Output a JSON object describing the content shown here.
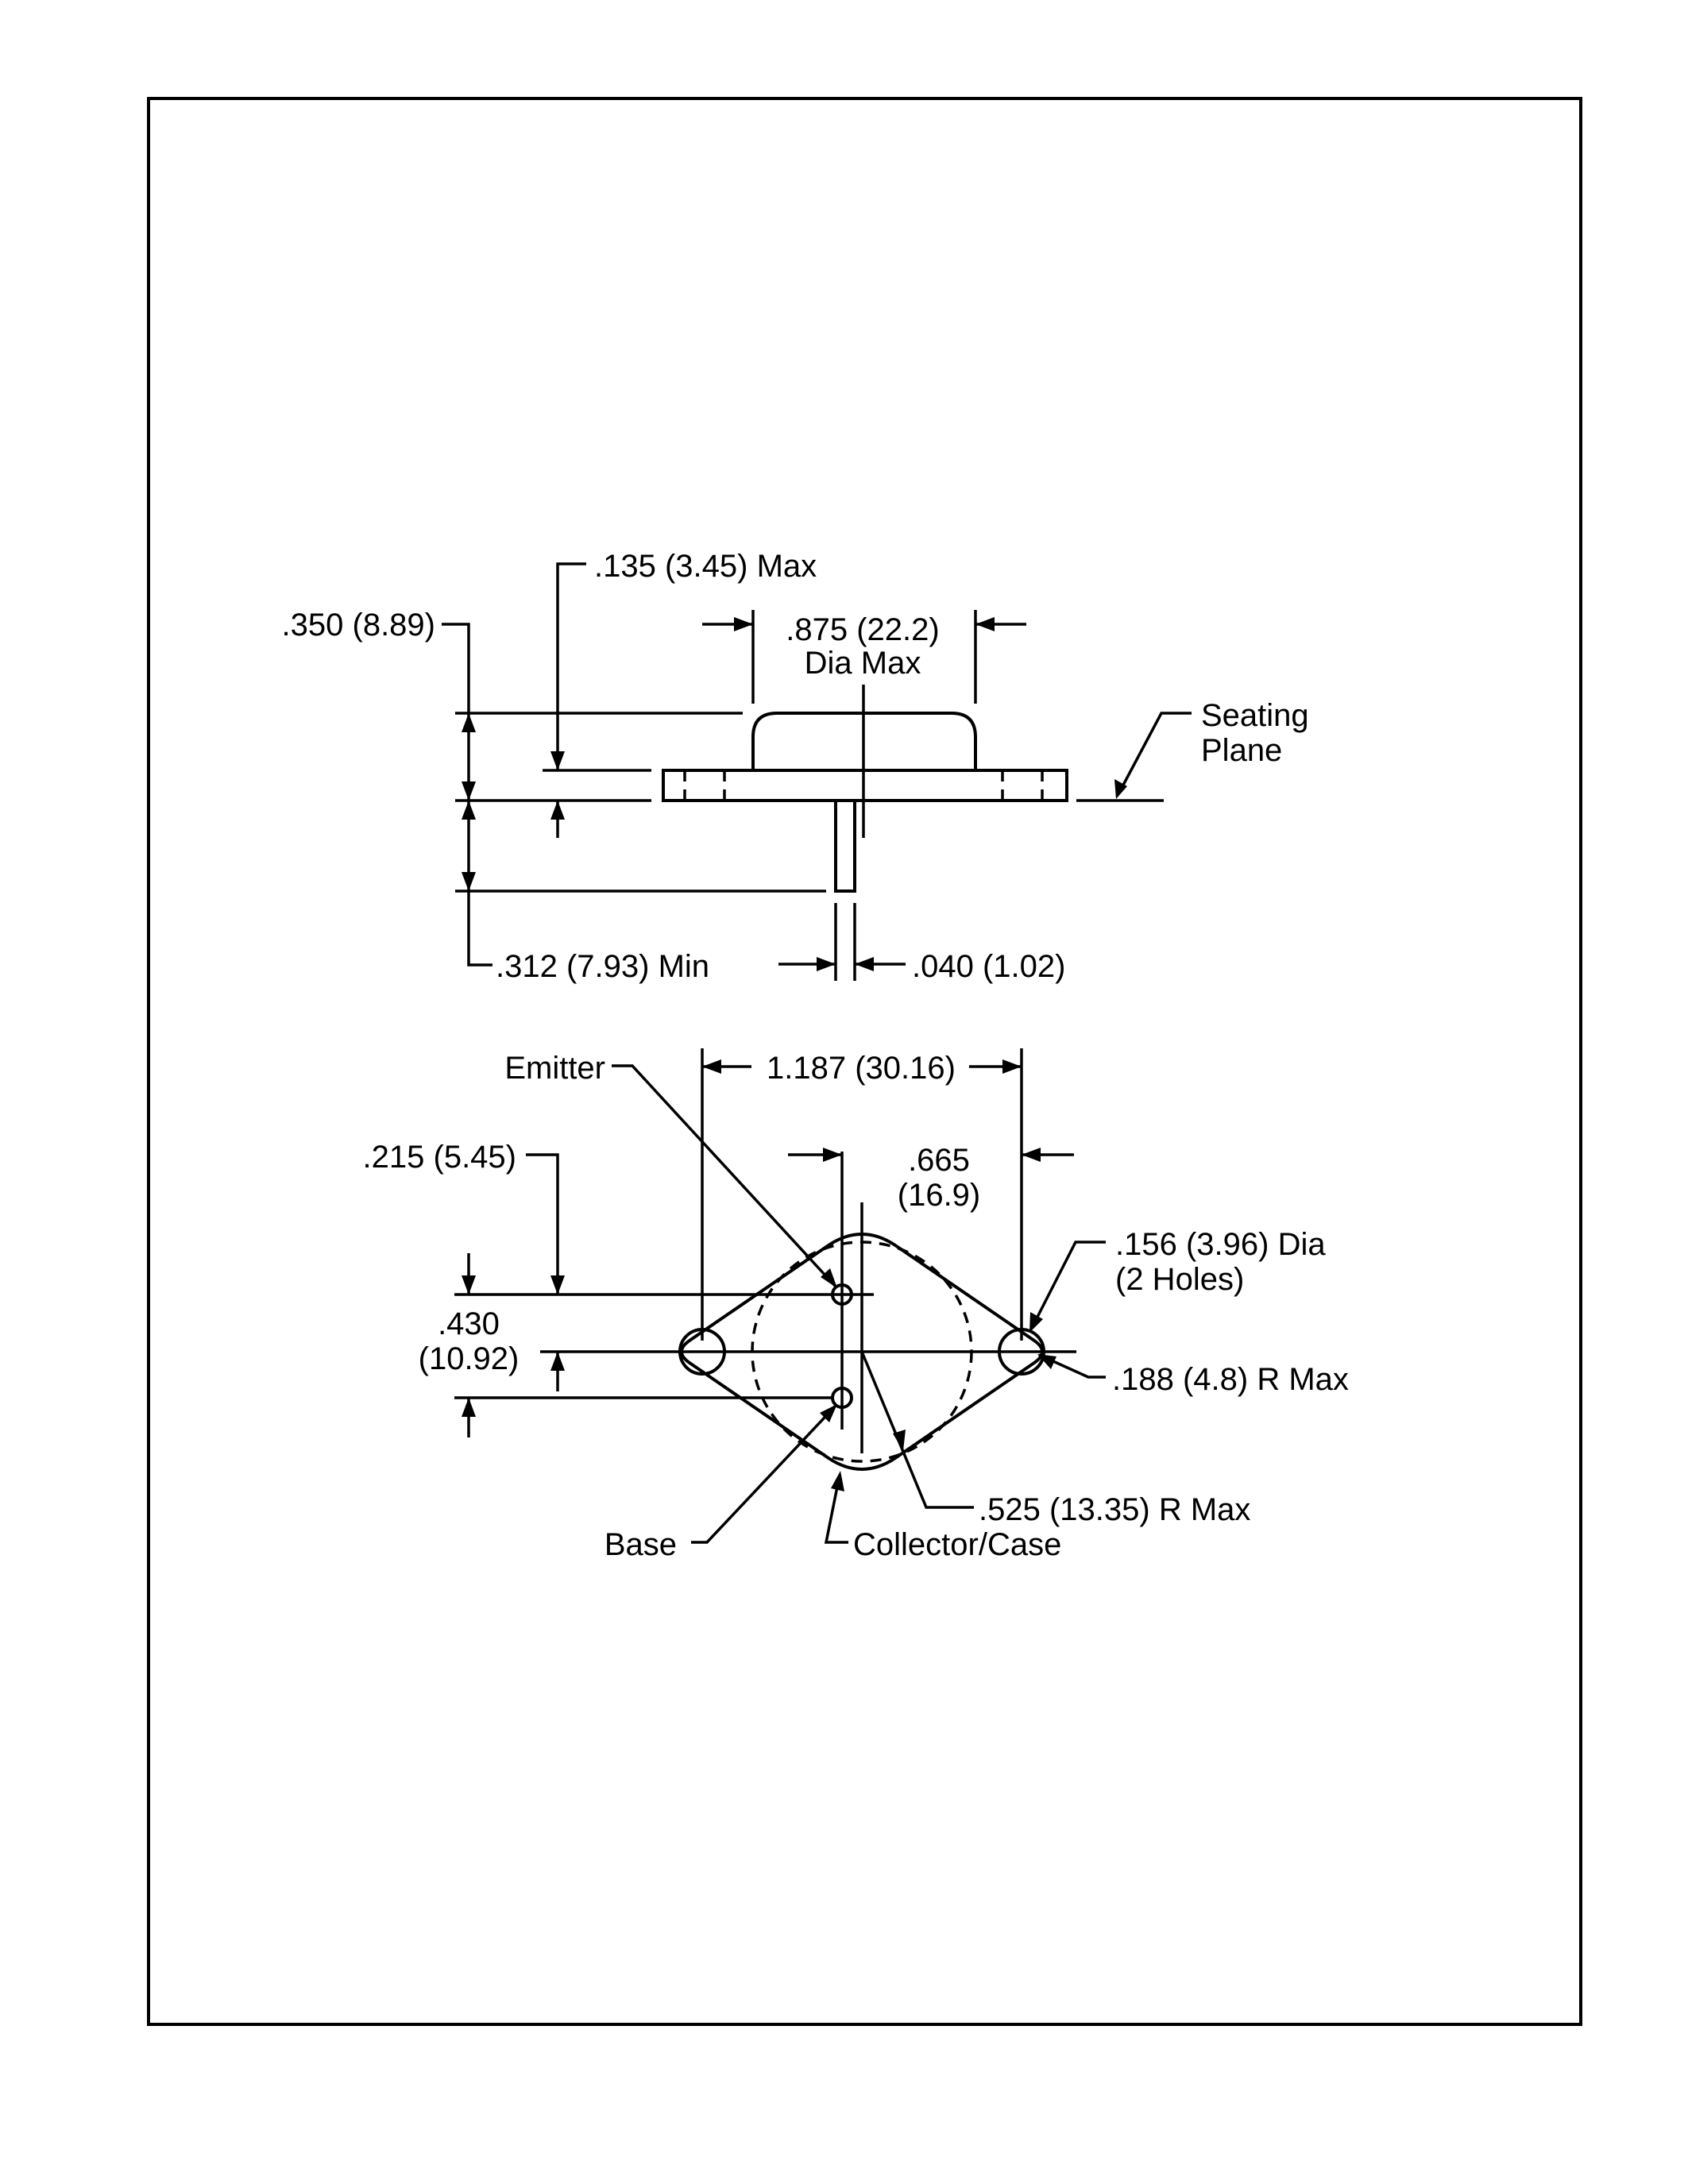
{
  "side_view": {
    "lid_height": ".135 (3.45) Max",
    "dia_max_value": ".875 (22.2)",
    "dia_max_suffix": "Dia Max",
    "overall_height": ".350 (8.89)",
    "seating_plane_line1": "Seating",
    "seating_plane_line2": "Plane",
    "lead_length": ".312 (7.93) Min",
    "lead_dia": ".040 (1.02)"
  },
  "bottom_view": {
    "emitter": "Emitter",
    "hole_spacing": "1.187 (30.16)",
    "pin_offset": ".215 (5.45)",
    "mount_offset_line1": ".665",
    "mount_offset_line2": "(16.9)",
    "hole_dia_line1": ".156 (3.96) Dia",
    "hole_dia_line2": "(2 Holes)",
    "pin_spacing_line1": ".430",
    "pin_spacing_line2": "(10.92)",
    "corner_radius": ".188 (4.8) R Max",
    "body_radius": ".525 (13.35) R Max",
    "base": "Base",
    "collector": "Collector/Case"
  }
}
